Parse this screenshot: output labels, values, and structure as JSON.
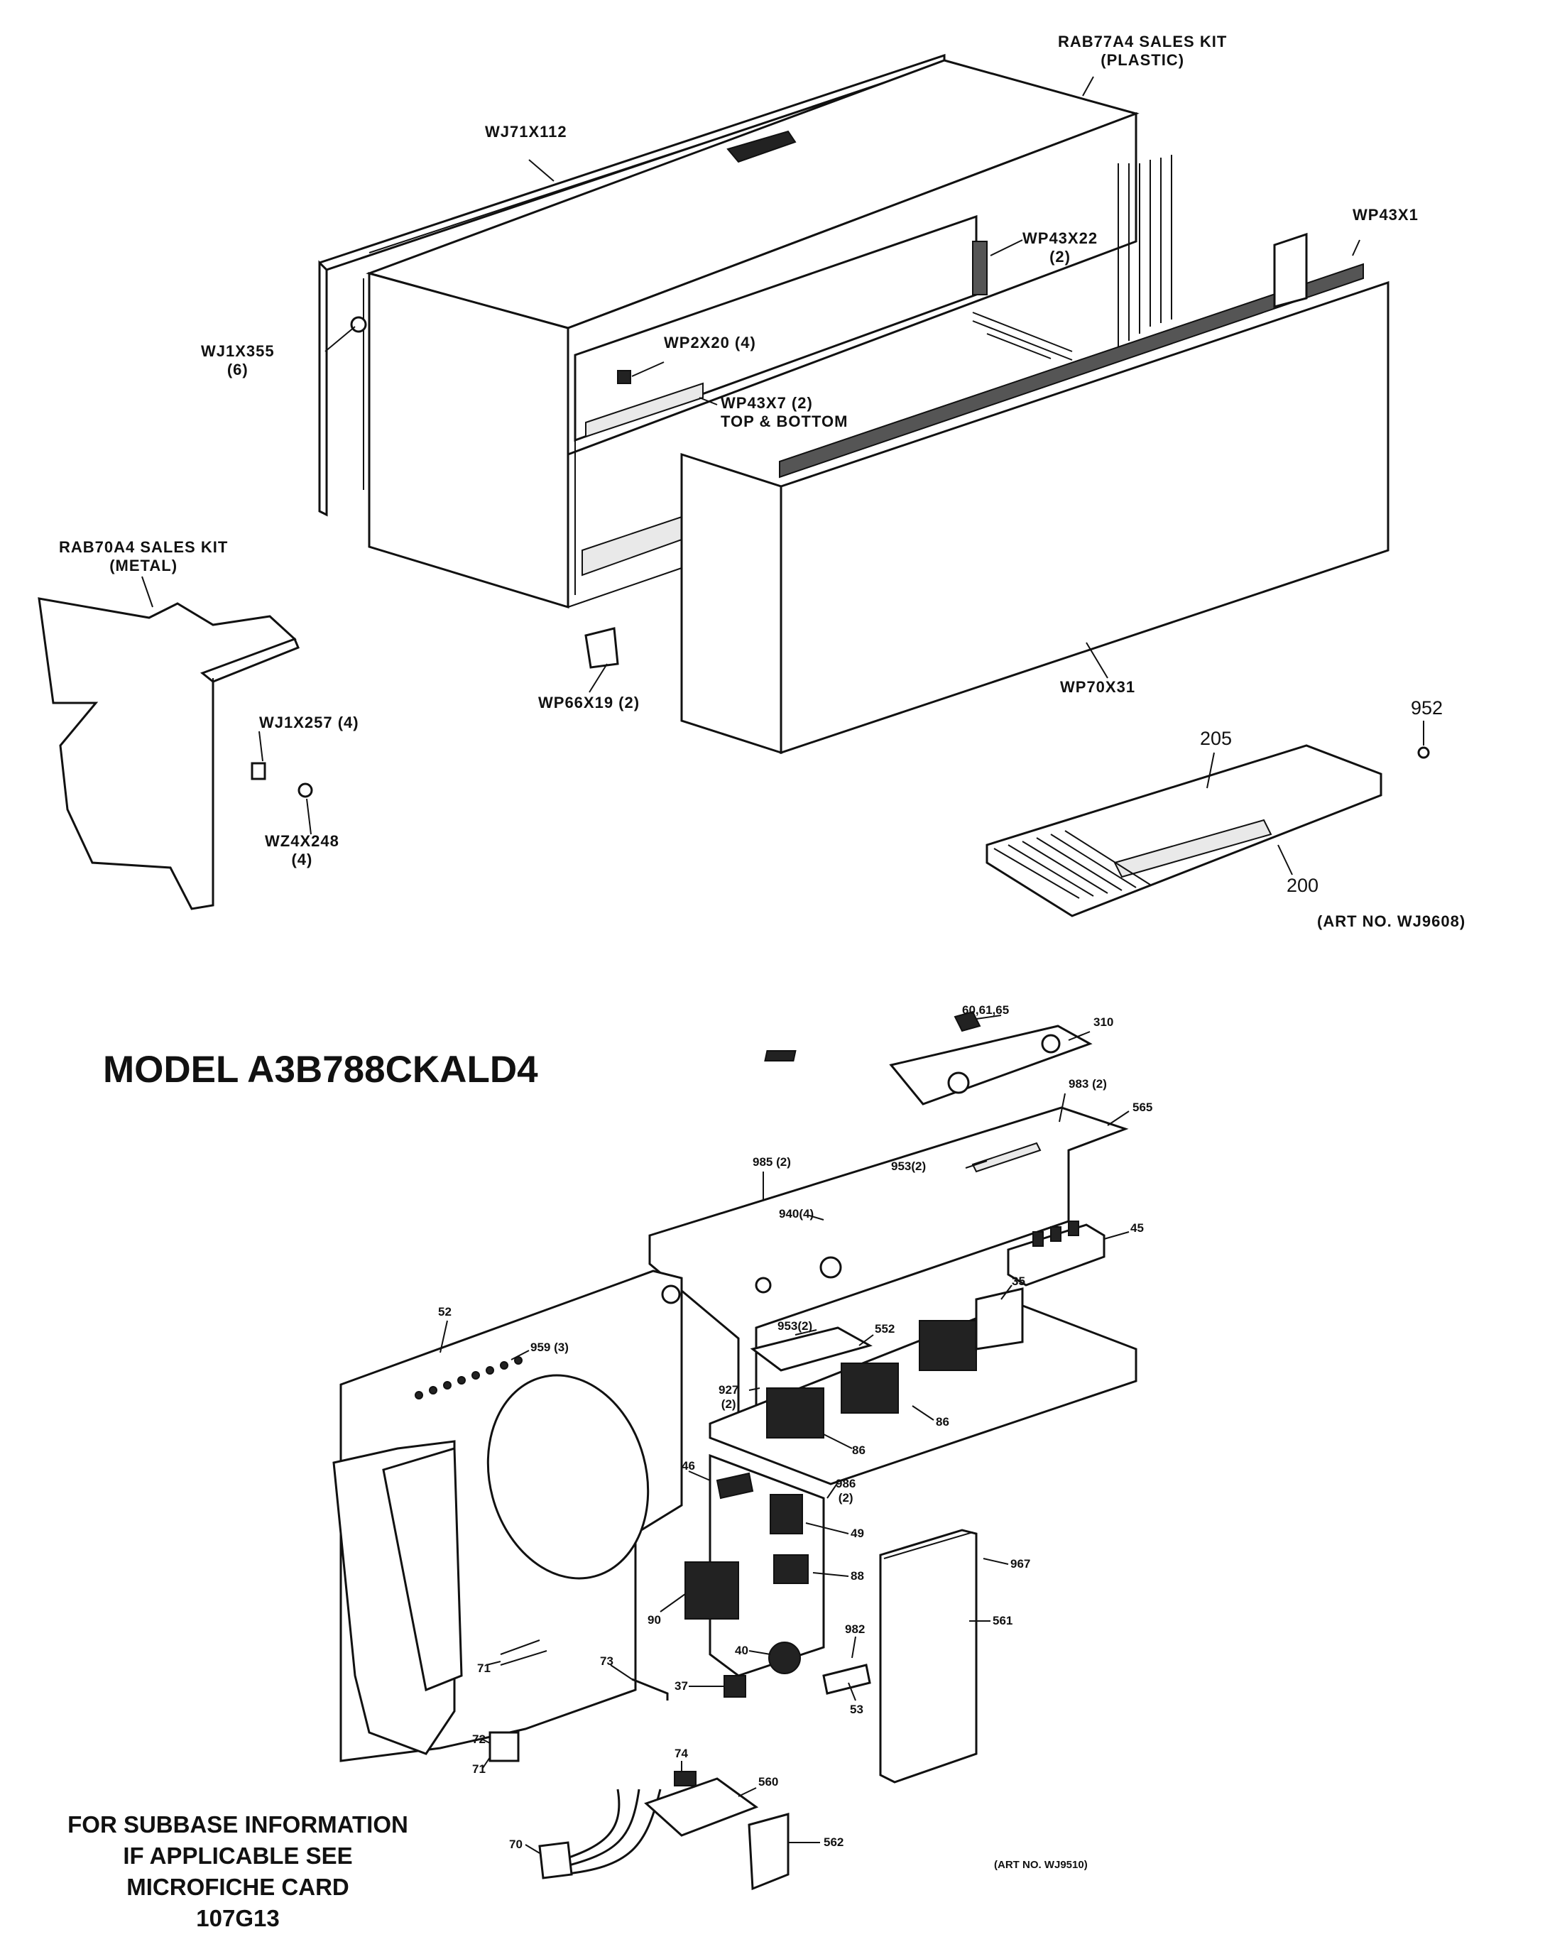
{
  "upper_labels": {
    "sales_kit_plastic_line1": "RAB77A4 SALES KIT",
    "sales_kit_plastic_line2": "(PLASTIC)",
    "wj71x112": "WJ71X112",
    "wp43x22_line1": "WP43X22",
    "wp43x22_line2": "(2)",
    "wp43x1": "WP43X1",
    "wj1x355_line1": "WJ1X355",
    "wj1x355_line2": "(6)",
    "wp2x20": "WP2X20 (4)",
    "wp43x7_line1": "WP43X7 (2)",
    "wp43x7_line2": "TOP & BOTTOM",
    "sales_kit_metal_line1": "RAB70A4 SALES KIT",
    "sales_kit_metal_line2": "(METAL)",
    "wj1x257": "WJ1X257 (4)",
    "wz4x248_line1": "WZ4X248",
    "wz4x248_line2": "(4)",
    "wp66x19": "WP66X19 (2)",
    "wp70x31": "WP70X31",
    "n952": "952",
    "n205": "205",
    "n200": "200",
    "art_no_upper": "(ART NO. WJ9608)"
  },
  "model_title": "MODEL A3B788CKALD4",
  "lower_labels": {
    "n60": "60,61,65",
    "n310": "310",
    "n983": "983 (2)",
    "n565": "565",
    "n985_line1": "985 (2)",
    "n953a": "953(2)",
    "n940": "940(4)",
    "n45": "45",
    "n52": "52",
    "n959": "959 (3)",
    "n35": "35",
    "n953b": "953(2)",
    "n552": "552",
    "n927_line1": "927",
    "n927_line2": "(2)",
    "n86a": "86",
    "n86b": "86",
    "n46": "46",
    "n986_line1": "986",
    "n986_line2": "(2)",
    "n49": "49",
    "n88": "88",
    "n967": "967",
    "n90": "90",
    "n40": "40",
    "n982": "982",
    "n561": "561",
    "n71a": "71",
    "n37": "37",
    "n73": "73",
    "n53": "53",
    "n72": "72",
    "n71b": "71",
    "n74": "74",
    "n560": "560",
    "n70": "70",
    "n562": "562",
    "art_no_lower": "(ART NO. WJ9510)"
  },
  "subbase_note": [
    "FOR SUBBASE INFORMATION",
    "IF APPLICABLE SEE",
    "MICROFICHE CARD",
    "107G13"
  ]
}
